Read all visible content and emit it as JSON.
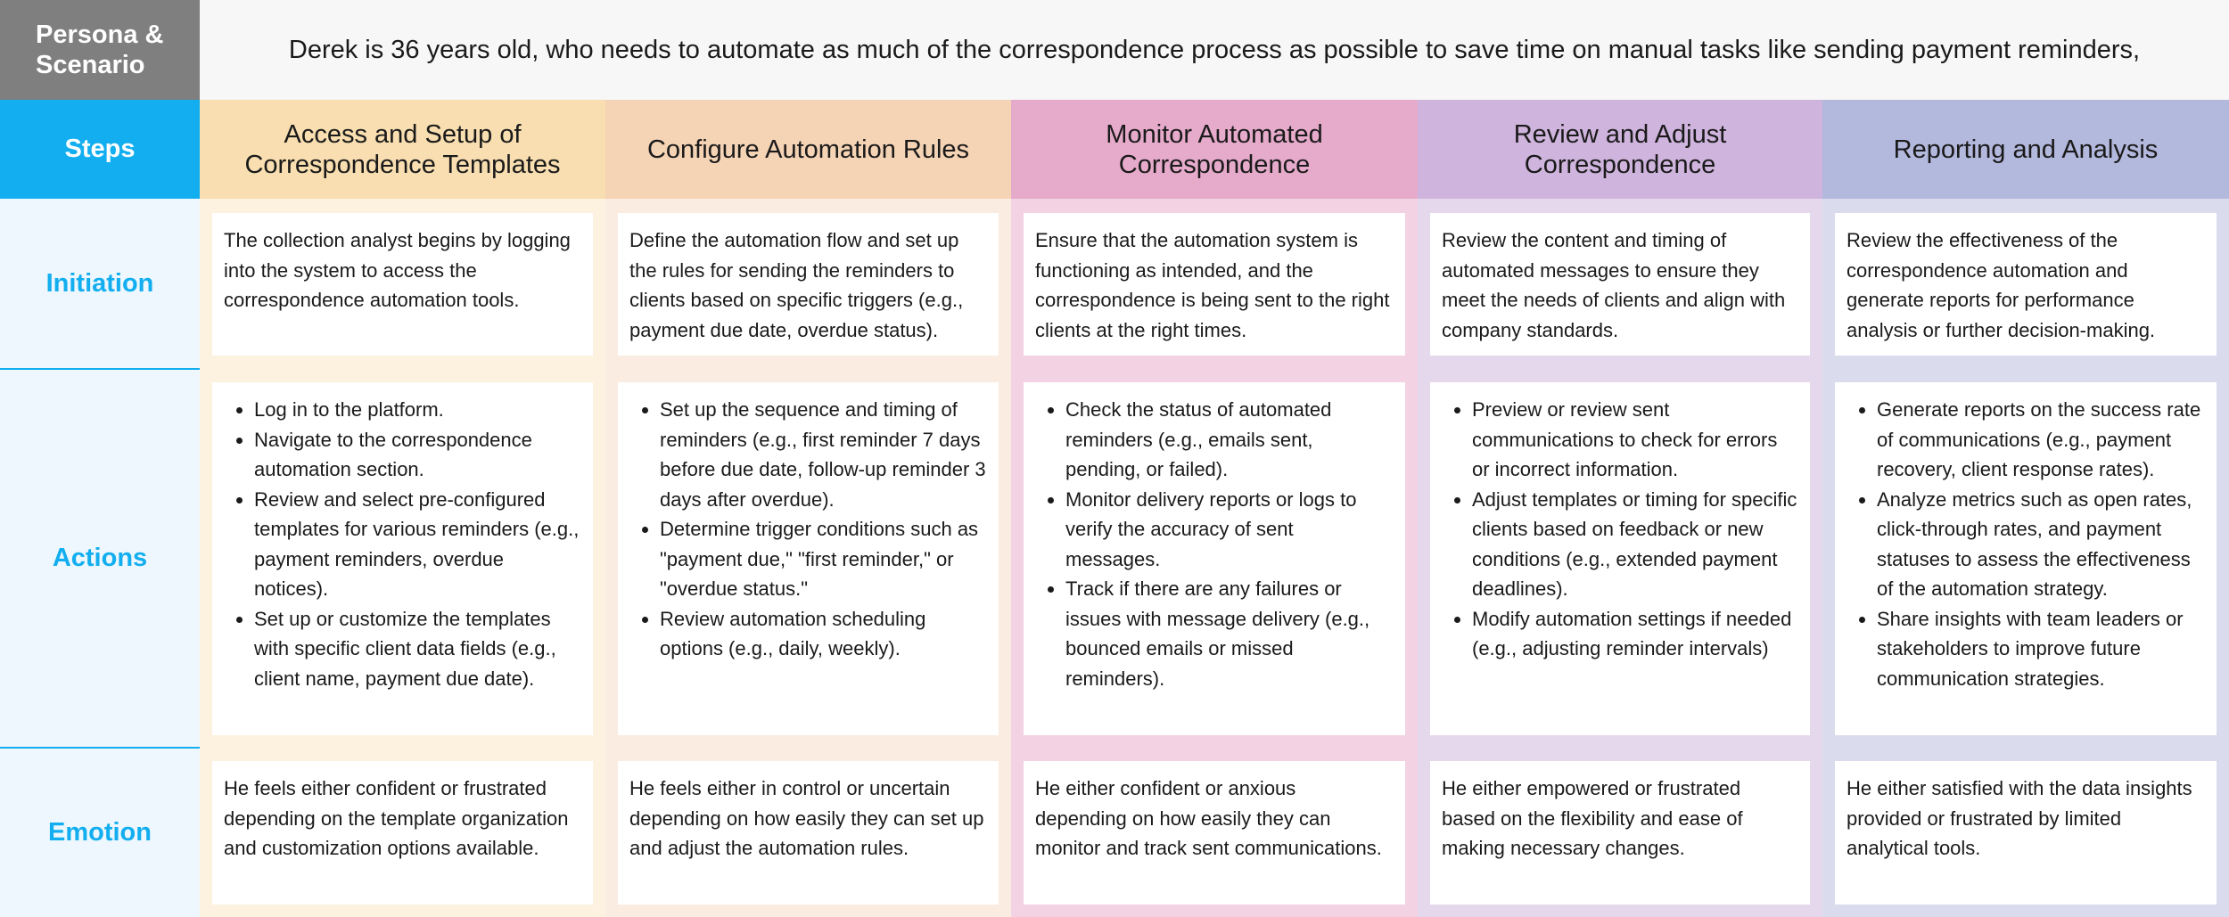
{
  "persona": {
    "label": "Persona & Scenario",
    "scenario": "Derek is 36 years old, who needs to automate as much of the correspondence process as possible to save time on manual tasks like sending payment reminders,"
  },
  "row_labels": {
    "steps": "Steps",
    "initiation": "Initiation",
    "actions": "Actions",
    "emotion": "Emotion"
  },
  "colors": {
    "accent": "#12aef0",
    "persona_bg": "#7f7f7f"
  },
  "columns": [
    {
      "step": "Access and Setup of Correspondence Templates",
      "head_color": "#f8deb0",
      "body_color": "#fdf2df",
      "initiation": "The collection analyst begins by logging into the system to access the correspondence automation tools.",
      "actions": [
        "Log in to the platform.",
        "Navigate to the correspondence automation section.",
        "Review and select pre-configured templates for various reminders (e.g., payment reminders, overdue notices).",
        "Set up or customize the templates with specific client data fields (e.g., client name, payment due date)."
      ],
      "emotion": "He feels either confident or frustrated depending on the template organization and customization options available."
    },
    {
      "step": "Configure Automation Rules",
      "head_color": "#f5d3b5",
      "body_color": "#fbece1",
      "initiation": "Define the automation flow and set up the rules for sending the reminders to clients based on specific triggers (e.g., payment due date, overdue status).",
      "actions": [
        "Set up the sequence and timing of reminders (e.g., first reminder 7 days before due date, follow-up reminder 3 days after overdue).",
        "Determine trigger conditions such as \"payment due,\" \"first reminder,\" or \"overdue status.\"",
        "Review automation scheduling options (e.g., daily, weekly)."
      ],
      "emotion": "He feels either in control or uncertain depending on how easily they can set up and adjust the automation rules."
    },
    {
      "step": "Monitor Automated Correspondence",
      "head_color": "#e6aacb",
      "body_color": "#f3d3e3",
      "initiation": "Ensure that the automation system is functioning as intended, and the correspondence is being sent to the right clients at the right times.",
      "actions": [
        "Check the status of automated reminders (e.g., emails sent, pending, or failed).",
        "Monitor delivery reports or logs to verify the accuracy of sent messages.",
        "Track if there are any failures or issues with message delivery (e.g., bounced emails or missed reminders)."
      ],
      "emotion": "He either confident or anxious depending on how easily they can monitor and track sent communications."
    },
    {
      "step": "Review and Adjust Correspondence",
      "head_color": "#cfb4dd",
      "body_color": "#e5d8ed",
      "initiation": "Review the content and timing of automated messages to ensure they meet the needs of clients and align with company standards.",
      "actions": [
        "Preview or review sent communications to check for errors or incorrect information.",
        "Adjust templates or timing for specific clients based on feedback or new conditions (e.g., extended payment deadlines).",
        "Modify automation settings if needed (e.g., adjusting reminder intervals)"
      ],
      "emotion": "He either empowered or frustrated based on the flexibility and ease of making necessary changes."
    },
    {
      "step": "Reporting and Analysis",
      "head_color": "#b3b8dd",
      "body_color": "#dadced",
      "initiation": "Review the effectiveness of the correspondence automation and generate reports for performance analysis or further decision-making.",
      "actions": [
        "Generate reports on the success rate of communications (e.g., payment recovery, client response rates).",
        "Analyze metrics such as open rates, click-through rates, and payment statuses to assess the effectiveness of the automation strategy.",
        "Share insights with team leaders or stakeholders to improve future communication strategies."
      ],
      "emotion": "He either satisfied with the data insights provided or frustrated by limited analytical tools."
    }
  ]
}
